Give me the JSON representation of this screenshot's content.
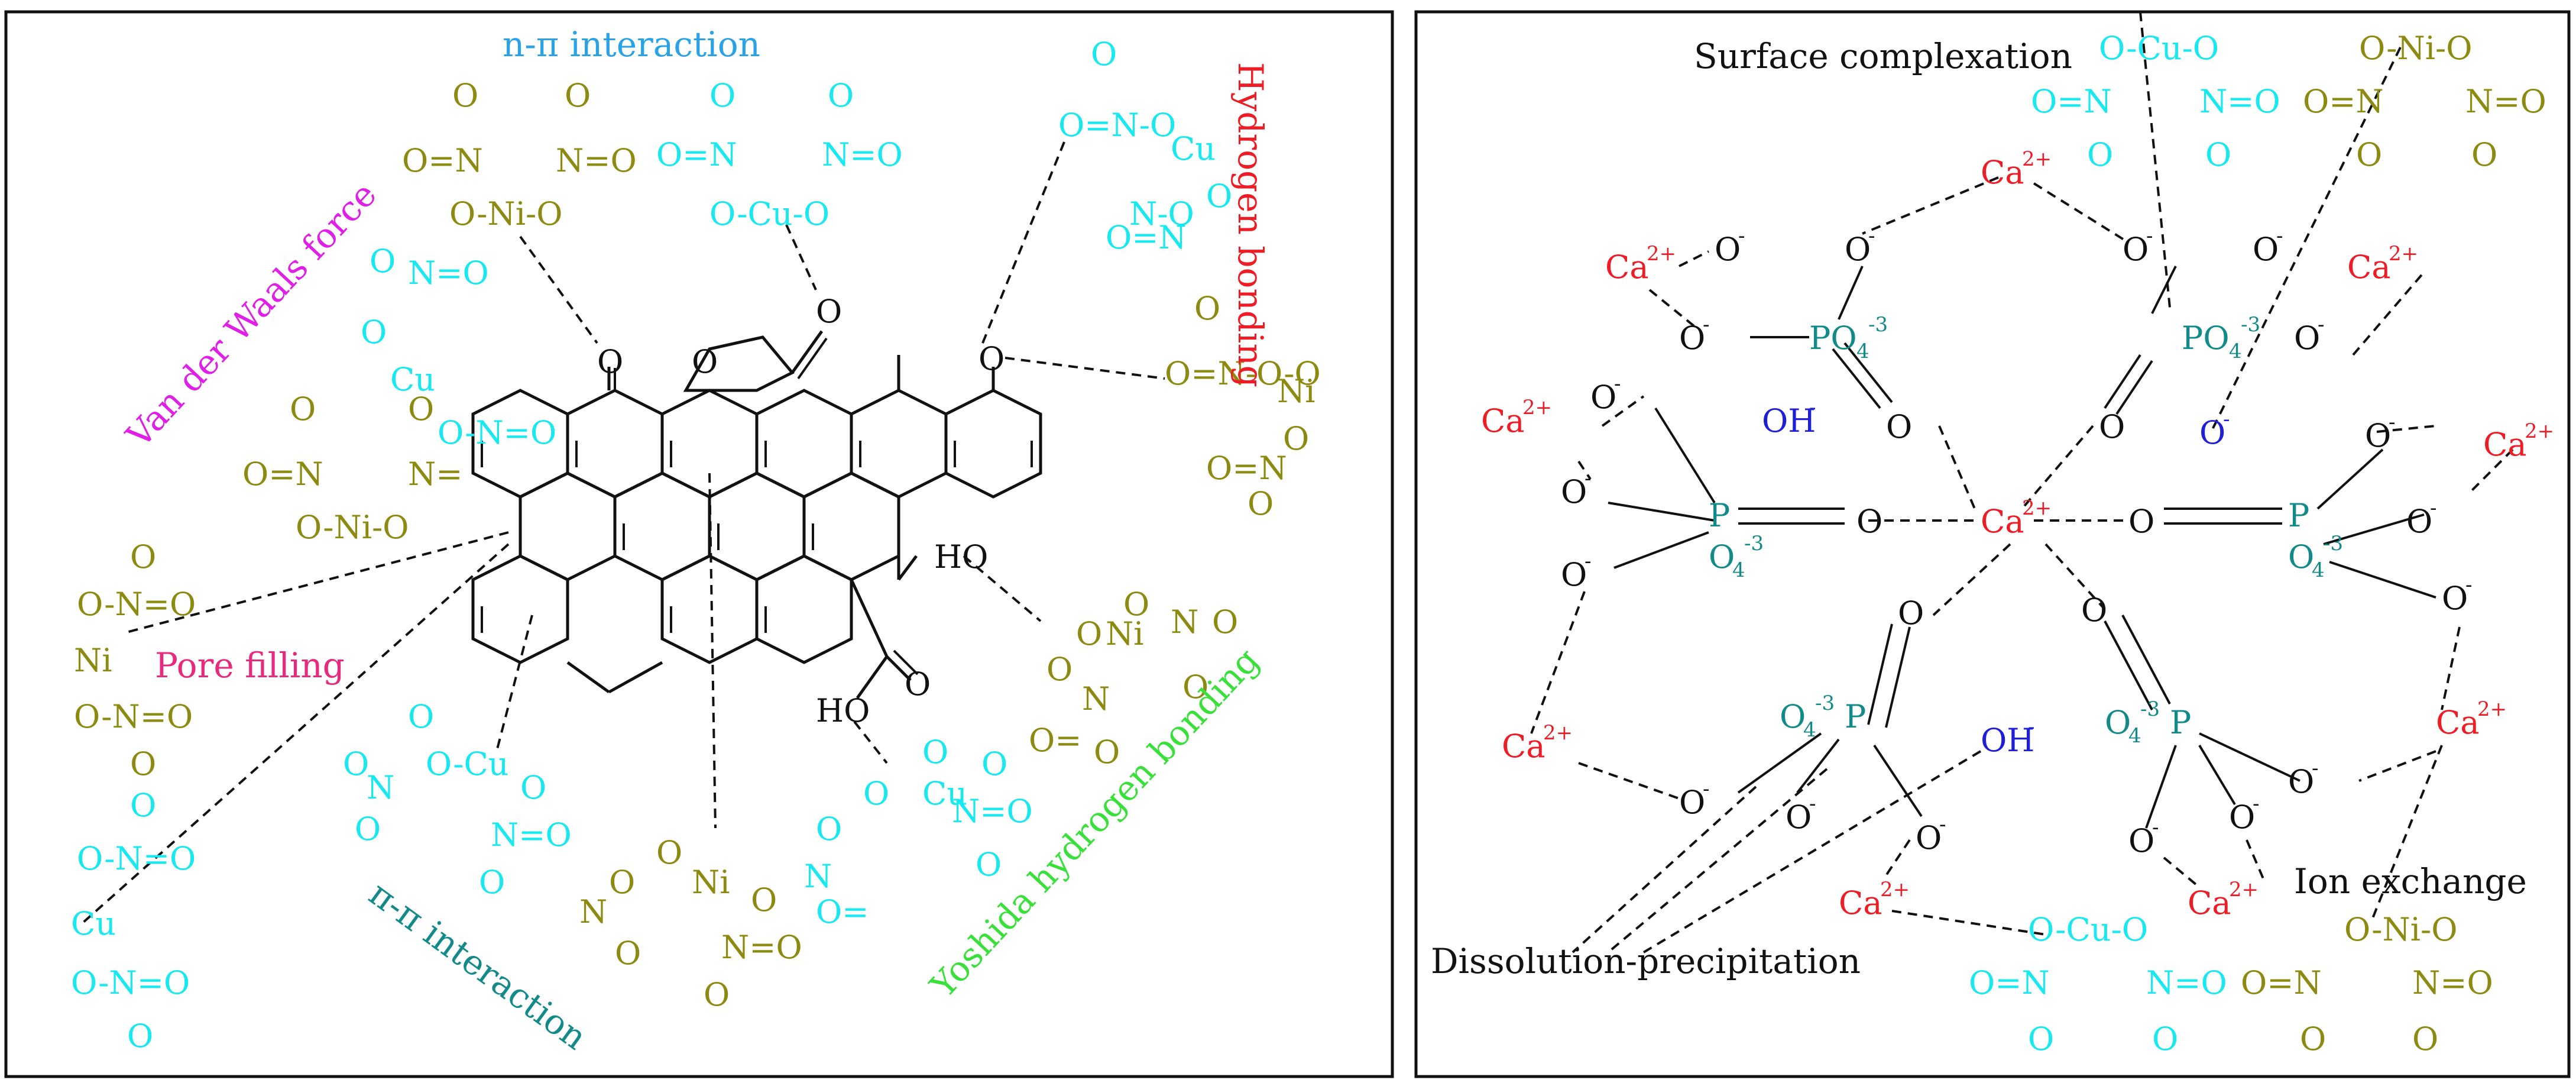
{
  "colors": {
    "cyan": "#18e8f0",
    "olive": "#8c8a10",
    "red": "#ee1c24",
    "teal": "#138a8a",
    "blue": "#1f1fd8",
    "magenta": "#e01ee8",
    "pink": "#e8297e",
    "green": "#39e03a",
    "sky": "#2aa2e6",
    "black": "#111111"
  },
  "left_panel": {
    "labels": {
      "n_pi": "n-π interaction",
      "hydrogen_bonding": "Hydrogen bonding",
      "van_der_waals": "Van der Waals force",
      "pore_filling": "Pore filling",
      "pi_pi": "π-π interaction",
      "yoshida": "Yoshida hydrogen bonding"
    }
  },
  "right_panel": {
    "labels": {
      "surface_complexation": "Surface complexation",
      "ion_exchange": "Ion exchange",
      "dissolution": "Dissolution-precipitation"
    }
  }
}
